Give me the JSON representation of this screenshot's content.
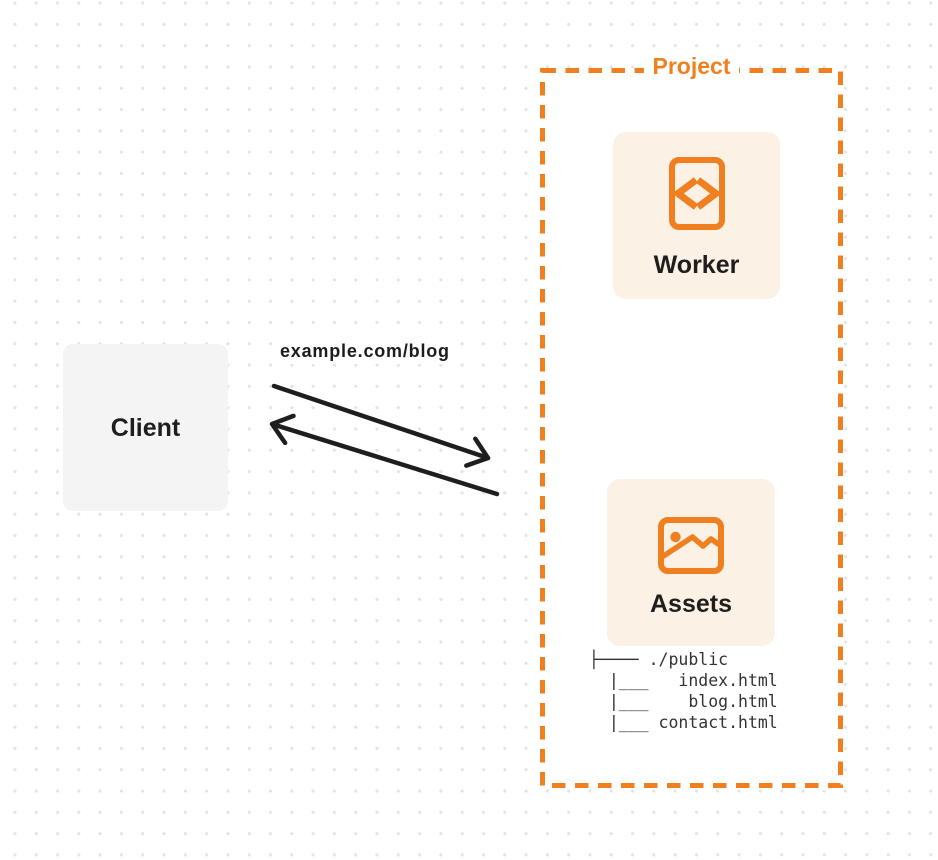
{
  "colors": {
    "orange": "#F0801F",
    "card_cream": "#FBF1E4",
    "client_gray": "#F4F4F5",
    "ink": "#1F1E1C",
    "tree_ink": "#333333",
    "dot_grid": "#E3E3E5",
    "arrow_black": "#1E1E1E"
  },
  "project": {
    "title": "Project"
  },
  "cards": {
    "worker": {
      "label": "Worker",
      "icon": "code-file-icon"
    },
    "assets": {
      "label": "Assets",
      "icon": "image-icon"
    }
  },
  "client": {
    "label": "Client"
  },
  "request": {
    "url_label": "example.com/blog"
  },
  "file_tree": {
    "text": "├──── ./public\n  |___   index.html\n  |___    blog.html\n  |___ contact.html",
    "root": "./public",
    "files": [
      "index.html",
      "blog.html",
      "contact.html"
    ]
  }
}
